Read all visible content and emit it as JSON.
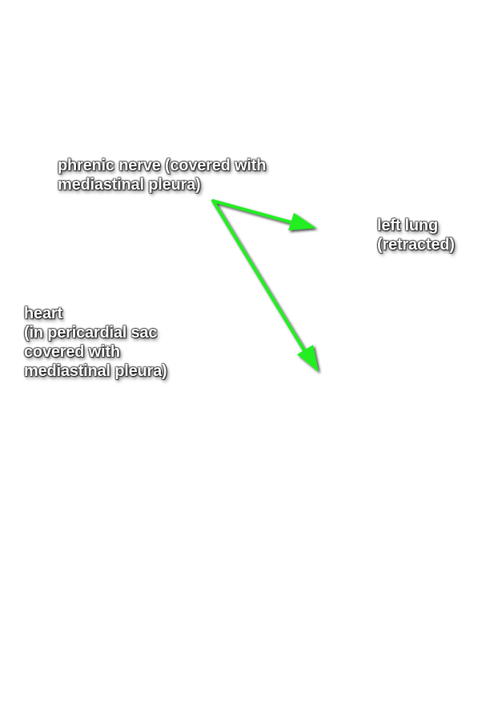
{
  "labels": {
    "phrenic": [
      "phrenic nerve (covered with",
      "mediastinal pleura)"
    ],
    "lung": [
      "left lung",
      "(retracted)"
    ],
    "heart": [
      "heart",
      "(in pericardial sac",
      "covered with",
      "mediastinal pleura)"
    ]
  },
  "colors": {
    "arrow": "#22ee22",
    "text": "#ffffff",
    "background": "#ffffff"
  }
}
